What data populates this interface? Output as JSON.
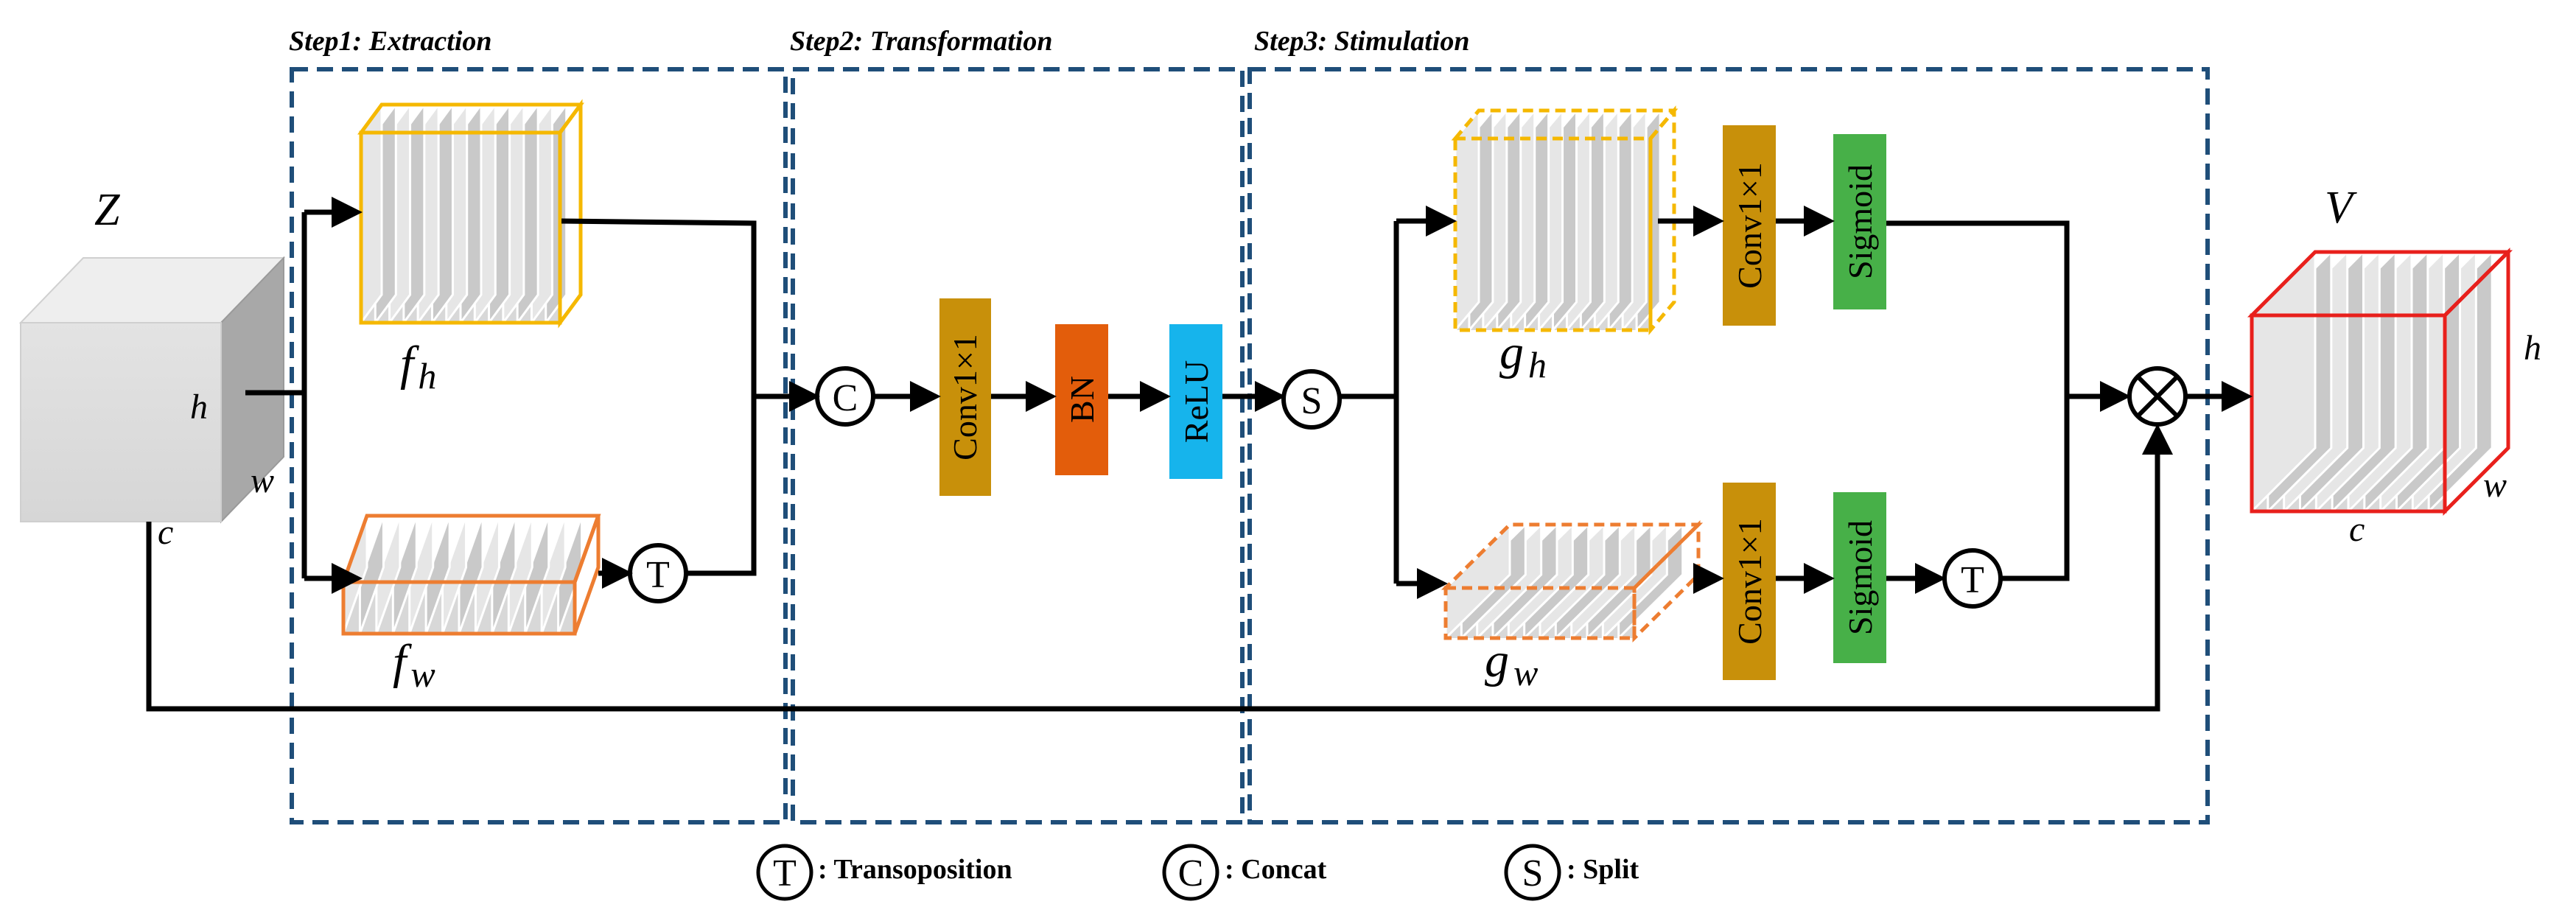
{
  "steps": {
    "extraction": "Step1: Extraction",
    "transformation": "Step2: Transformation",
    "stimulation": "Step3: Stimulation"
  },
  "tensors": {
    "input": {
      "label": "Z",
      "h": "h",
      "w": "w",
      "c": "c"
    },
    "output": {
      "label": "V",
      "h": "h",
      "w": "w",
      "c": "c"
    },
    "f_h": {
      "base": "f",
      "sub": "h"
    },
    "f_w": {
      "base": "f",
      "sub": "w"
    },
    "g_h": {
      "base": "g",
      "sub": "h"
    },
    "g_w": {
      "base": "g",
      "sub": "w"
    }
  },
  "blocks": {
    "conv_transform": "Conv1×1",
    "bn": "BN",
    "relu": "ReLU",
    "conv_h": "Conv1×1",
    "sigmoid_h": "Sigmoid",
    "conv_w": "Conv1×1",
    "sigmoid_w": "Sigmoid"
  },
  "ops": {
    "transpose": "T",
    "concat": "C",
    "split": "S",
    "multiply": "⊗"
  },
  "legend": [
    {
      "symbol": "T",
      "text": ": Transoposition"
    },
    {
      "symbol": "C",
      "text": ": Concat"
    },
    {
      "symbol": "S",
      "text": ": Split"
    }
  ],
  "colors": {
    "step_border": "#1f4e79",
    "f_h_border": "#f5b800",
    "f_w_border": "#ed7d31",
    "output_border": "#e8201c",
    "conv": "#c8900a",
    "bn": "#e35d0b",
    "relu": "#16b4ec",
    "sigmoid": "#47b048",
    "slice_face": "#d4d4d4",
    "cube_face": "#dcdcdc"
  }
}
